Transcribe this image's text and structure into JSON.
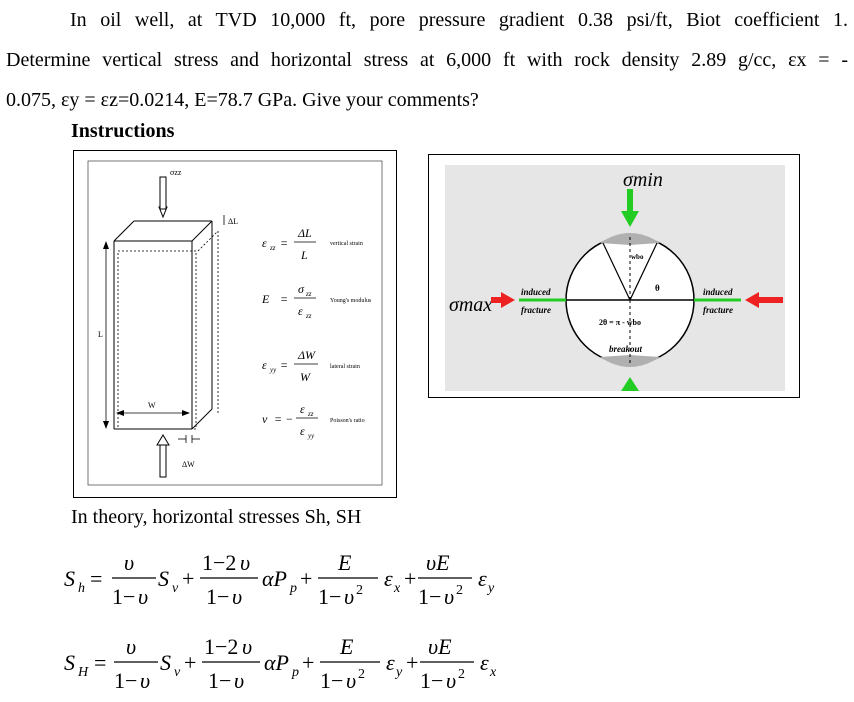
{
  "problem": {
    "line1": "In oil well, at TVD 10,000 ft, pore pressure gradient 0.38 psi/ft, Biot coefficient 1.",
    "line2": "Determine vertical stress and horizontal stress at 6,000 ft with rock density 2.89 g/cc, εx = -",
    "line3": "0.075, εy = εz=0.0214, E=78.7 GPa. Give your comments?"
  },
  "instructions_heading": "Instructions",
  "strain_figure": {
    "sigma_label": "σzz",
    "dL_label": "ΔL",
    "L_label": "L",
    "W_label": "W",
    "dW_label": "ΔW",
    "eq_vertical": "vertical strain",
    "eq_young": "Young's modulus",
    "eq_lateral": "lateral strain",
    "eq_poisson": "Poisson's ratio"
  },
  "wellbore_figure": {
    "sigma_min": "σmin",
    "sigma_max": "σmax",
    "wbo": "wbo",
    "theta": "θ",
    "induced_left": "induced",
    "fracture_left": "fracture",
    "induced_right": "induced",
    "fracture_right": "fracture",
    "two_theta": "2θ = π - wbo",
    "breakout": "breakout",
    "colors": {
      "arrow_green": "#22cc22",
      "arrow_red": "#ee2222",
      "panel_bg": "#e6e6e6",
      "breakout_gray": "#b0b0b0"
    }
  },
  "theory_text": "In theory, horizontal stresses Sh, SH",
  "equations": {
    "sh_lhs": "Sh",
    "SH_lhs": "SH"
  }
}
